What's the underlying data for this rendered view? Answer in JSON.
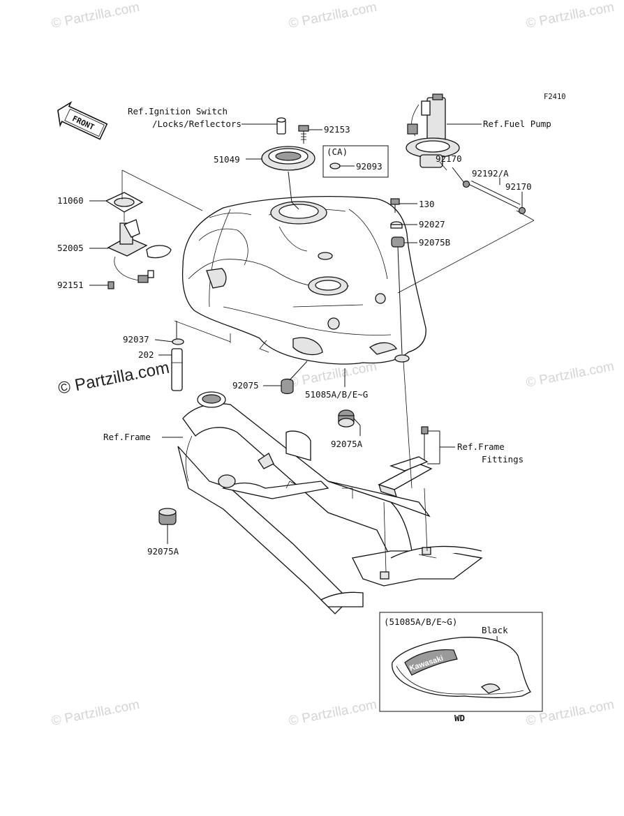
{
  "figure_code": "F2410",
  "front_arrow": "FRONT",
  "watermark": "© Partzilla.com",
  "callouts": {
    "ignition_switch_line1": "Ref.Ignition Switch",
    "ignition_switch_line2": "/Locks/Reflectors",
    "fuel_pump": "Ref.Fuel Pump",
    "frame": "Ref.Frame",
    "frame_fittings_line1": "Ref.Frame",
    "frame_fittings_line2": "Fittings"
  },
  "part_numbers": {
    "p92153": "92153",
    "p51049": "51049",
    "ca_tag": "(CA)",
    "p92093": "92093",
    "p92170_top": "92170",
    "p92192a": "92192/A",
    "p92170_right": "92170",
    "p11060": "11060",
    "p52005": "52005",
    "p92151": "92151",
    "p130": "130",
    "p92027": "92027",
    "p92075b": "92075B",
    "p92037": "92037",
    "p202": "202",
    "p92075": "92075",
    "p51085": "51085A/B/E~G",
    "p92075a_right": "92075A",
    "p92075a_left": "92075A"
  },
  "inset": {
    "header": "(51085A/B/E~G)",
    "color_label": "Black",
    "brand_text": "Kawasaki",
    "caption": "WD"
  },
  "colors": {
    "ink": "#111111",
    "watermark": "#d4d4d4",
    "part_fill": "#e4e4e4"
  }
}
